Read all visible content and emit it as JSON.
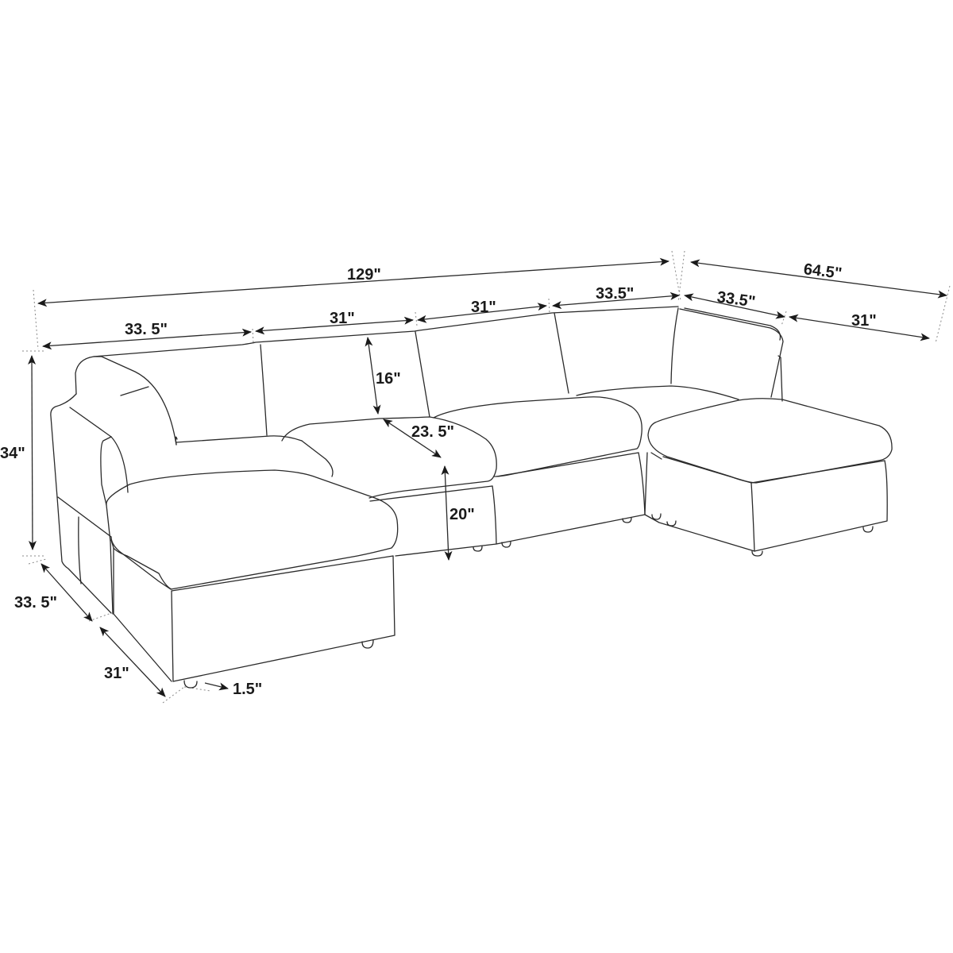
{
  "diagram": {
    "subject": "U-shaped modular sectional sofa with two chaise/ottoman pieces",
    "style": "black line drawing on white background",
    "colors": {
      "line": "#2a2a2a",
      "background": "#ffffff",
      "text": "#1a1a1a"
    }
  },
  "dimensions": {
    "overall_width": "129\"",
    "chaise_side_depth": "64.5\"",
    "left_seat_width": "33. 5\"",
    "center_left_seat_width": "31\"",
    "center_right_seat_width": "31\"",
    "right_corner_width": "33.5\"",
    "right_corner_depth": "33.5\"",
    "right_ottoman_depth": "31\"",
    "back_height": "16\"",
    "seat_depth": "23. 5\"",
    "seat_height": "20\"",
    "overall_height": "34\"",
    "left_section_depth": "33. 5\"",
    "left_ottoman_depth": "31\"",
    "leg_height": "1.5\""
  }
}
